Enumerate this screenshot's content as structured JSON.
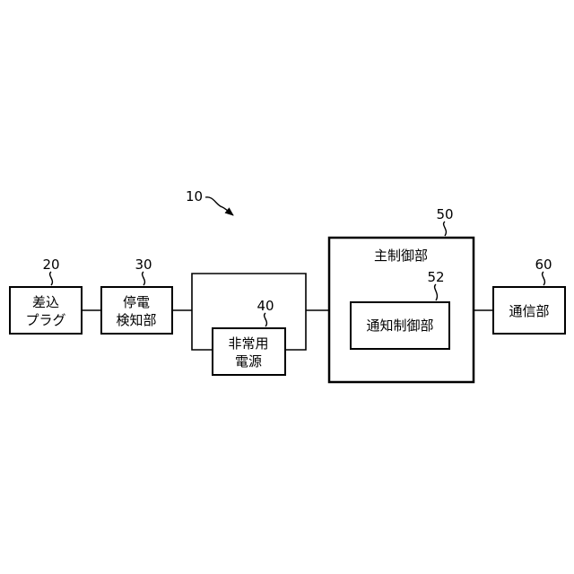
{
  "diagram": {
    "overall_ref": "10",
    "plug": {
      "ref": "20",
      "line1": "差込",
      "line2": "プラグ"
    },
    "outage_detector": {
      "ref": "30",
      "line1": "停電",
      "line2": "検知部"
    },
    "emergency_power": {
      "ref": "40",
      "line1": "非常用",
      "line2": "電源"
    },
    "main_controller": {
      "ref": "50",
      "label": "主制御部"
    },
    "notify_controller": {
      "ref": "52",
      "label": "通知制御部"
    },
    "comm_unit": {
      "ref": "60",
      "label": "通信部"
    }
  }
}
